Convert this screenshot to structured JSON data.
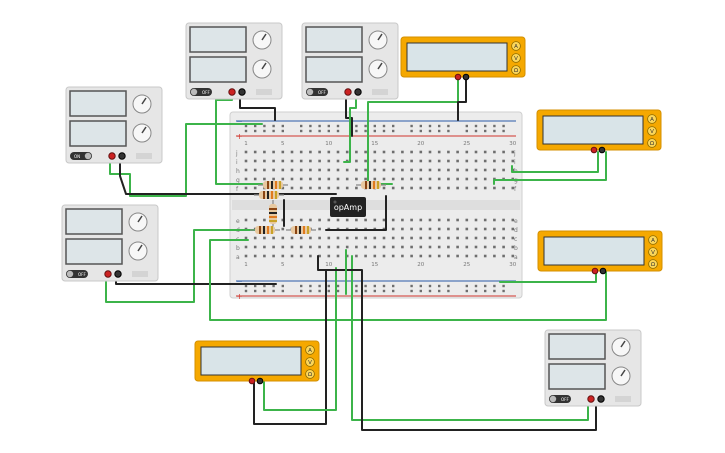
{
  "app": {
    "view": "circuit-breadboard-view"
  },
  "colors": {
    "wire_green": "#3cb44a",
    "wire_black": "#222222",
    "meter_body": "#f5a800",
    "meter_screen": "#d9e4e8",
    "supply_body": "#e6e6e6",
    "rail_red": "#d0342c",
    "rail_blue": "#2a5aa8",
    "breadboard": "#efefef"
  },
  "breadboard": {
    "rail_plus": "+",
    "rail_minus": "−",
    "row_letters_top": [
      "j",
      "i",
      "h",
      "g",
      "f"
    ],
    "row_letters_bottom": [
      "e",
      "d",
      "c",
      "b",
      "a"
    ],
    "column_numbers": [
      "1",
      "5",
      "10",
      "15",
      "20",
      "25",
      "30"
    ]
  },
  "chip": {
    "label": "opAmp"
  },
  "multimeter": {
    "buttons": [
      "A",
      "V",
      "Ω"
    ]
  },
  "power_supply": {
    "off_label": "OFF",
    "on_label": "ON"
  }
}
